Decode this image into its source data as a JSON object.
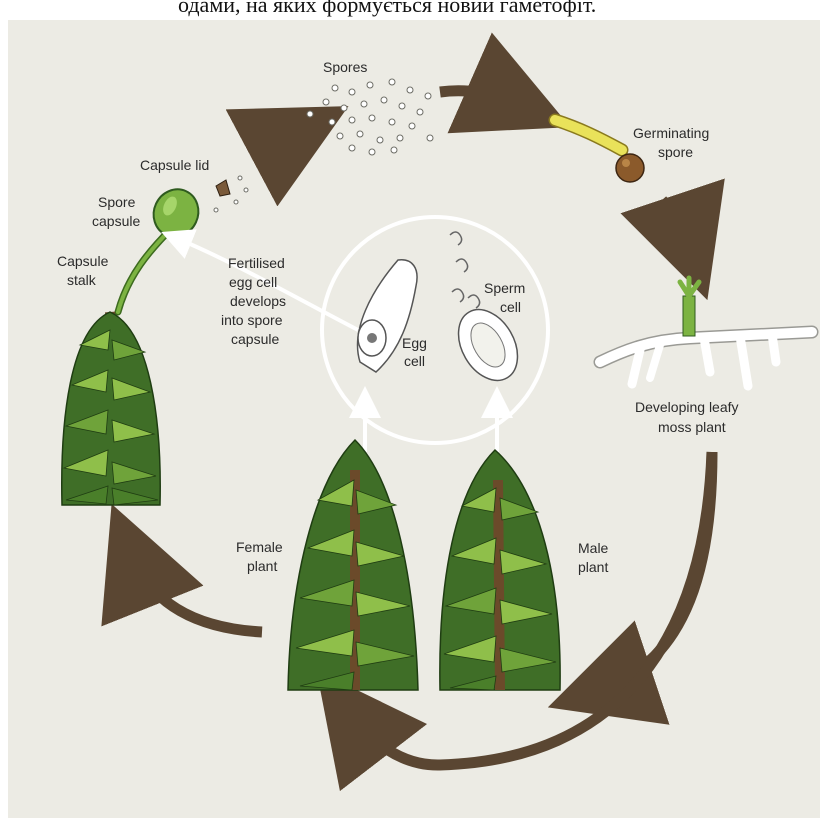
{
  "top_text": "одами, на яких формується новий гаметофіт.",
  "labels": {
    "spores": "Spores",
    "germinating_1": "Germinating",
    "germinating_2": "spore",
    "capsule_lid": "Capsule lid",
    "spore_capsule_1": "Spore",
    "spore_capsule_2": "capsule",
    "capsule_stalk_1": "Capsule",
    "capsule_stalk_2": "stalk",
    "fertilised_1": "Fertilised",
    "fertilised_2": "egg cell",
    "fertilised_3": "develops",
    "fertilised_4": "into spore",
    "fertilised_5": "capsule",
    "sperm_cell_1": "Sperm",
    "sperm_cell_2": "cell",
    "egg_cell_1": "Egg",
    "egg_cell_2": "cell",
    "developing_1": "Developing leafy",
    "developing_2": "moss plant",
    "female_1": "Female",
    "female_2": "plant",
    "male_1": "Male",
    "male_2": "plant"
  },
  "colors": {
    "background": "#ecebe4",
    "arrow": "#5a4632",
    "leaf_dark": "#2f5b1f",
    "leaf_light": "#8fbf4a",
    "stem_brown": "#6b4a2a",
    "circle_outline": "#ffffff"
  }
}
